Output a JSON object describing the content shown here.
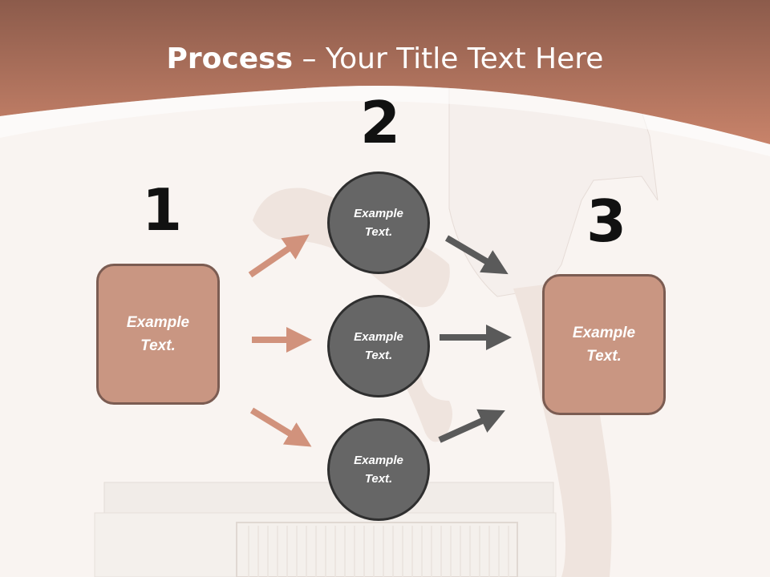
{
  "slide": {
    "title_bold": "Process",
    "title_rest": " – Your Title Text Here",
    "step_numbers": [
      "1",
      "2",
      "3"
    ],
    "left_box_text": "Example Text.",
    "right_box_text": "Example Text.",
    "circle_texts": [
      "Example Text.",
      "Example Text.",
      "Example Text."
    ]
  },
  "colors": {
    "header_top": "#8c5b4b",
    "header_bottom": "#c8836a",
    "box_fill": "#c99682",
    "box_border": "#7b5c52",
    "circle_fill": "#666666",
    "circle_border": "#2f2f2f",
    "arrow_left": "#d1927c",
    "arrow_right": "#5a5a5a"
  },
  "icons": [
    "arrow-right-icon"
  ]
}
